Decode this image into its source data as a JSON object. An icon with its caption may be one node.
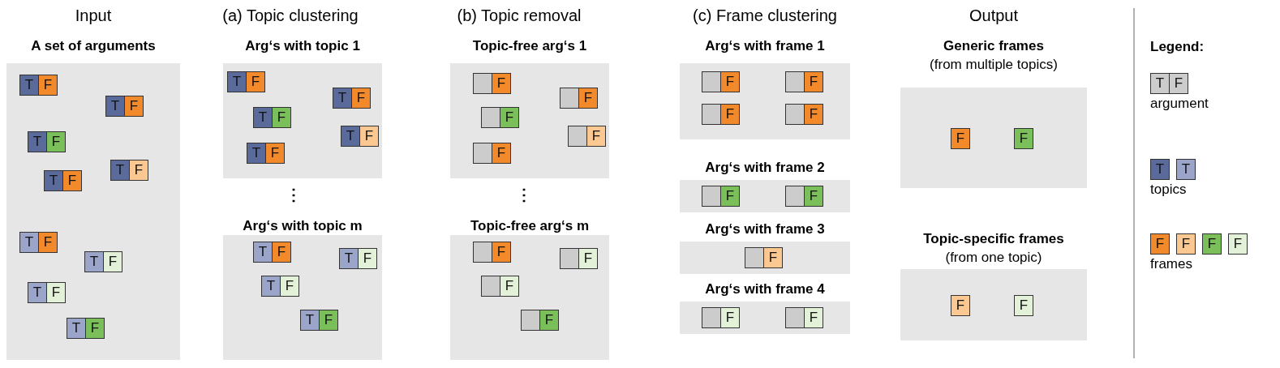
{
  "diagram": {
    "nodes": [
      {
        "text": [
          "A set of arguments"
        ]
      },
      {
        "text": [
          "T"
        ],
        "in": 0
      },
      {
        "text": [
          "F"
        ],
        "in": 0
      },
      {
        "text": [
          "T"
        ],
        "in": 0
      },
      {
        "text": [
          "F"
        ],
        "in": 0
      },
      {
        "text": [
          "T"
        ],
        "in": 0
      },
      {
        "text": [
          "F"
        ],
        "in": 0
      },
      {
        "text": [
          "T"
        ],
        "in": 0
      },
      {
        "text": [
          "F"
        ],
        "in": 0
      },
      {
        "text": [
          "T"
        ],
        "in": 0
      },
      {
        "text": [
          "F"
        ],
        "in": 0
      },
      {
        "text": [
          "T"
        ],
        "in": 0
      },
      {
        "text": [
          "F"
        ],
        "in": 0
      },
      {
        "text": [
          "T"
        ],
        "in": 0
      },
      {
        "text": [
          "F"
        ],
        "in": 0
      },
      {
        "text": [
          "T"
        ],
        "in": 0
      },
      {
        "text": [
          "F"
        ],
        "in": 0
      },
      {
        "text": [
          "T"
        ],
        "in": 0
      },
      {
        "text": [
          "F"
        ],
        "in": 0
      },
      {
        "text": [
          "Arg‘s with topic 1"
        ]
      },
      {
        "text": [
          "T"
        ],
        "in": 19
      },
      {
        "text": [
          "F"
        ],
        "in": 19
      },
      {
        "text": [
          "T"
        ],
        "in": 19
      },
      {
        "text": [
          "F"
        ],
        "in": 19
      },
      {
        "text": [
          "T"
        ],
        "in": 19
      },
      {
        "text": [
          "F"
        ],
        "in": 19
      },
      {
        "text": [
          "T"
        ],
        "in": 19
      },
      {
        "text": [
          "F"
        ],
        "in": 19
      },
      {
        "text": [
          "T"
        ],
        "in": 19
      },
      {
        "text": [
          "F"
        ],
        "in": 19
      },
      {
        "text": [
          "Arg‘s with topic m"
        ]
      },
      {
        "text": [
          "T"
        ],
        "in": 30
      },
      {
        "text": [
          "F"
        ],
        "in": 30
      },
      {
        "text": [
          "T"
        ],
        "in": 30
      },
      {
        "text": [
          "F"
        ],
        "in": 30
      },
      {
        "text": [
          "T"
        ],
        "in": 30
      },
      {
        "text": [
          "F"
        ],
        "in": 30
      },
      {
        "text": [
          "T"
        ],
        "in": 30
      },
      {
        "text": [
          "F"
        ],
        "in": 30
      },
      {
        "text": [
          "Topic-free arg‘s 1"
        ]
      },
      {
        "text": [],
        "shape": "box",
        "in": 39
      },
      {
        "text": [
          "F"
        ],
        "in": 39
      },
      {
        "text": [],
        "shape": "box",
        "in": 39
      },
      {
        "text": [
          "F"
        ],
        "in": 39
      },
      {
        "text": [],
        "shape": "box",
        "in": 39
      },
      {
        "text": [
          "F"
        ],
        "in": 39
      },
      {
        "text": [],
        "shape": "box",
        "in": 39
      },
      {
        "text": [
          "F"
        ],
        "in": 39
      },
      {
        "text": [],
        "shape": "box",
        "in": 39
      },
      {
        "text": [
          "F"
        ],
        "in": 39
      },
      {
        "text": [
          "Topic-free arg‘s m"
        ]
      },
      {
        "text": [],
        "shape": "box",
        "in": 50
      },
      {
        "text": [
          "F"
        ],
        "in": 50
      },
      {
        "text": [],
        "shape": "box",
        "in": 50
      },
      {
        "text": [
          "F"
        ],
        "in": 50
      },
      {
        "text": [],
        "shape": "box",
        "in": 50
      },
      {
        "text": [
          "F"
        ],
        "in": 50
      },
      {
        "text": [],
        "shape": "box",
        "in": 50
      },
      {
        "text": [
          "F"
        ],
        "in": 50
      },
      {
        "text": [
          "Arg‘s with frame 1"
        ]
      },
      {
        "text": [],
        "shape": "box",
        "in": 59
      },
      {
        "text": [
          "F"
        ],
        "in": 59
      },
      {
        "text": [],
        "shape": "box",
        "in": 59
      },
      {
        "text": [
          "F"
        ],
        "in": 59
      },
      {
        "text": [],
        "shape": "box",
        "in": 59
      },
      {
        "text": [
          "F"
        ],
        "in": 59
      },
      {
        "text": [],
        "shape": "box",
        "in": 59
      },
      {
        "text": [
          "F"
        ],
        "in": 59
      },
      {
        "text": [
          "Arg‘s with frame 2"
        ]
      },
      {
        "text": [],
        "shape": "box",
        "in": 68
      },
      {
        "text": [
          "F"
        ],
        "in": 68
      },
      {
        "text": [],
        "shape": "box",
        "in": 68
      },
      {
        "text": [
          "F"
        ],
        "in": 68
      },
      {
        "text": [
          "Arg‘s with frame 3"
        ]
      },
      {
        "text": [],
        "shape": "box",
        "in": 73
      },
      {
        "text": [
          "F"
        ],
        "in": 73
      },
      {
        "text": [
          "Arg‘s with frame 4"
        ]
      },
      {
        "text": [],
        "shape": "box",
        "in": 76
      },
      {
        "text": [
          "F"
        ],
        "in": 76
      },
      {
        "text": [],
        "shape": "box",
        "in": 76
      },
      {
        "text": [
          "F"
        ],
        "in": 76
      },
      {
        "text": [
          "Generic frames",
          "(from multiple topics)"
        ]
      },
      {
        "text": [
          "F"
        ],
        "in": 81
      },
      {
        "text": [
          "F"
        ],
        "in": 81
      },
      {
        "text": [
          "Topic-specific frames",
          "(from one topic)"
        ]
      },
      {
        "text": [
          "F"
        ],
        "in": 84
      },
      {
        "text": [
          "F"
        ],
        "in": 84
      },
      {
        "text": [
          "T"
        ]
      },
      {
        "text": [
          "F"
        ]
      },
      {
        "text": [
          "T"
        ]
      },
      {
        "text": [
          "T"
        ]
      },
      {
        "text": [
          "F"
        ]
      },
      {
        "text": [
          "F"
        ]
      },
      {
        "text": [
          "F"
        ]
      },
      {
        "text": [
          "F"
        ]
      }
    ],
    "labels": [
      "Input",
      "(a) Topic clustering",
      "(b) Topic removal",
      "(c) Frame clustering",
      "Output",
      "⋮",
      "⋮",
      "Legend:"
    ],
    "legend": [
      {
        "text": "argument"
      },
      {
        "text": "topics"
      },
      {
        "text": "frames"
      }
    ]
  }
}
